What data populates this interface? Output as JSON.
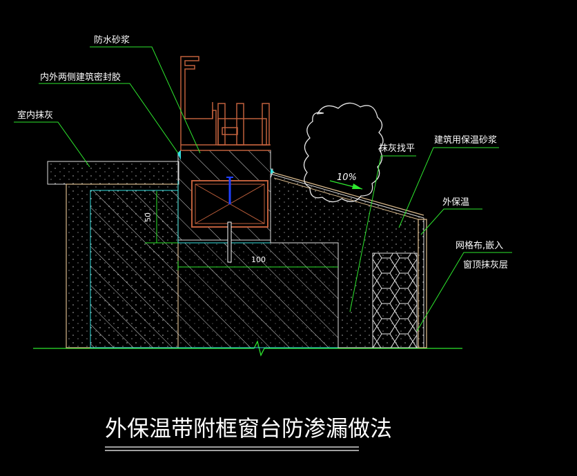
{
  "title": "外保温带附框窗台防渗漏做法",
  "labels": {
    "waterproof_mortar": "防水砂浆",
    "sealant": "内外两侧建筑密封胶",
    "interior_plaster": "室内抹灰",
    "plaster_level": "抹灰找平",
    "insulation_mortar": "建筑用保温砂浆",
    "exterior_insulation": "外保温",
    "mesh_line1": "网格布,嵌入",
    "mesh_line2": "窗顶抹灰层"
  },
  "dimensions": {
    "slope": "10%",
    "height": "50",
    "width": "100"
  },
  "colors": {
    "background": "#000000",
    "structure": "#d9b98b",
    "leader": "#2ee82e",
    "hatch": "#e8e8e8",
    "inner_line": "#33e0e0",
    "frame": "#c0603c",
    "anchor": "#2040ff"
  }
}
